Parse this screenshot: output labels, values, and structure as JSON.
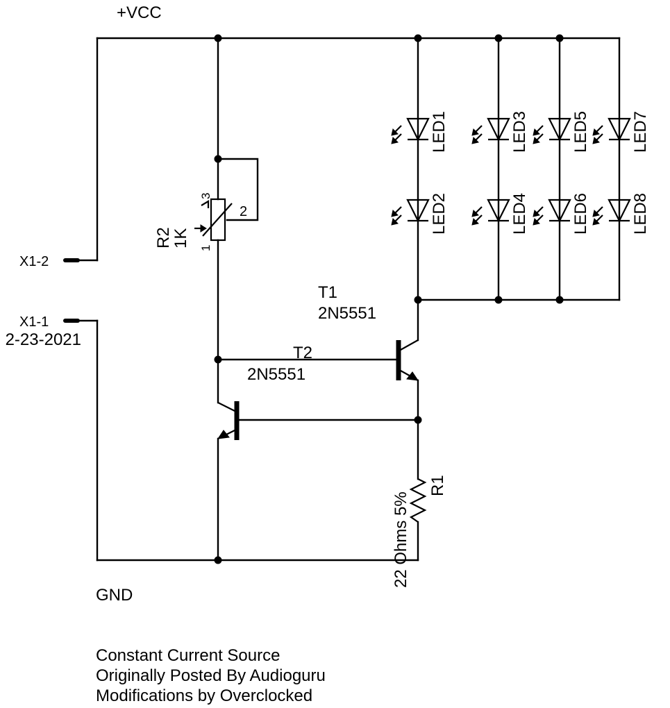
{
  "labels": {
    "vcc": "+VCC",
    "gnd": "GND",
    "x1_2": "X1-2",
    "x1_1": "X1-1",
    "date": "2-23-2021"
  },
  "components": {
    "r2": {
      "ref": "R2",
      "value": "1K",
      "pin1": "1",
      "pin2": "2",
      "pin3": "3"
    },
    "t1": {
      "ref": "T1",
      "value": "2N5551"
    },
    "t2": {
      "ref": "T2",
      "value": "2N5551"
    },
    "r1": {
      "ref": "R1",
      "value": "22 Ohms 5%"
    },
    "leds": [
      "LED1",
      "LED2",
      "LED3",
      "LED4",
      "LED5",
      "LED6",
      "LED7",
      "LED8"
    ]
  },
  "notes": [
    "Constant Current Source",
    "Originally Posted By Audioguru",
    "Modifications by Overclocked"
  ]
}
